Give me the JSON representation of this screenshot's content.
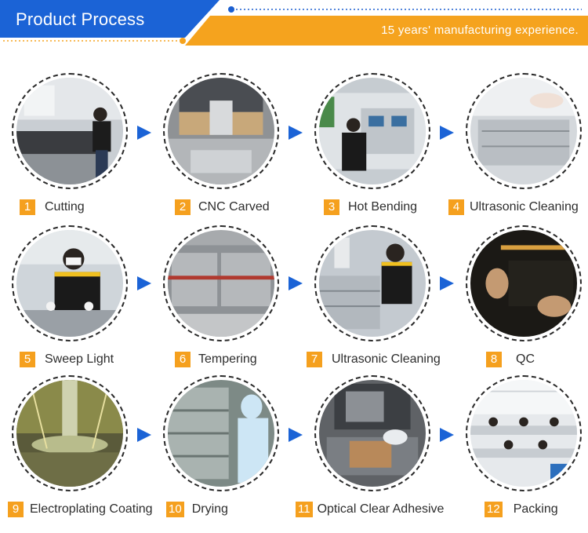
{
  "header": {
    "title": "Product Process",
    "subtitle": "15 years' manufacturing experience.",
    "colors": {
      "blue": "#1b63d6",
      "orange": "#f5a31e",
      "dots": "#1b5fd0"
    }
  },
  "steps": [
    {
      "num": "1",
      "label": "Cutting",
      "icon": "cutting-photo"
    },
    {
      "num": "2",
      "label": "CNC Carved",
      "icon": "cnc-photo"
    },
    {
      "num": "3",
      "label": "Hot Bending",
      "icon": "hot-bending-photo"
    },
    {
      "num": "4",
      "label": "Ultrasonic Cleaning",
      "icon": "ultrasonic-cleaning-photo"
    },
    {
      "num": "5",
      "label": "Sweep Light",
      "icon": "sweep-light-photo"
    },
    {
      "num": "6",
      "label": "Tempering",
      "icon": "tempering-photo"
    },
    {
      "num": "7",
      "label": "Ultrasonic Cleaning",
      "icon": "ultrasonic-cleaning-photo"
    },
    {
      "num": "8",
      "label": "QC",
      "icon": "qc-photo"
    },
    {
      "num": "9",
      "label": "Electroplating Coating",
      "icon": "electroplating-photo"
    },
    {
      "num": "10",
      "label": "Drying",
      "icon": "drying-photo"
    },
    {
      "num": "11",
      "label": "Optical Clear Adhesive",
      "icon": "oca-photo"
    },
    {
      "num": "12",
      "label": "Packing",
      "icon": "packing-photo"
    }
  ],
  "arrow_color": "#1b63d6",
  "badge_color": "#f5a01e"
}
